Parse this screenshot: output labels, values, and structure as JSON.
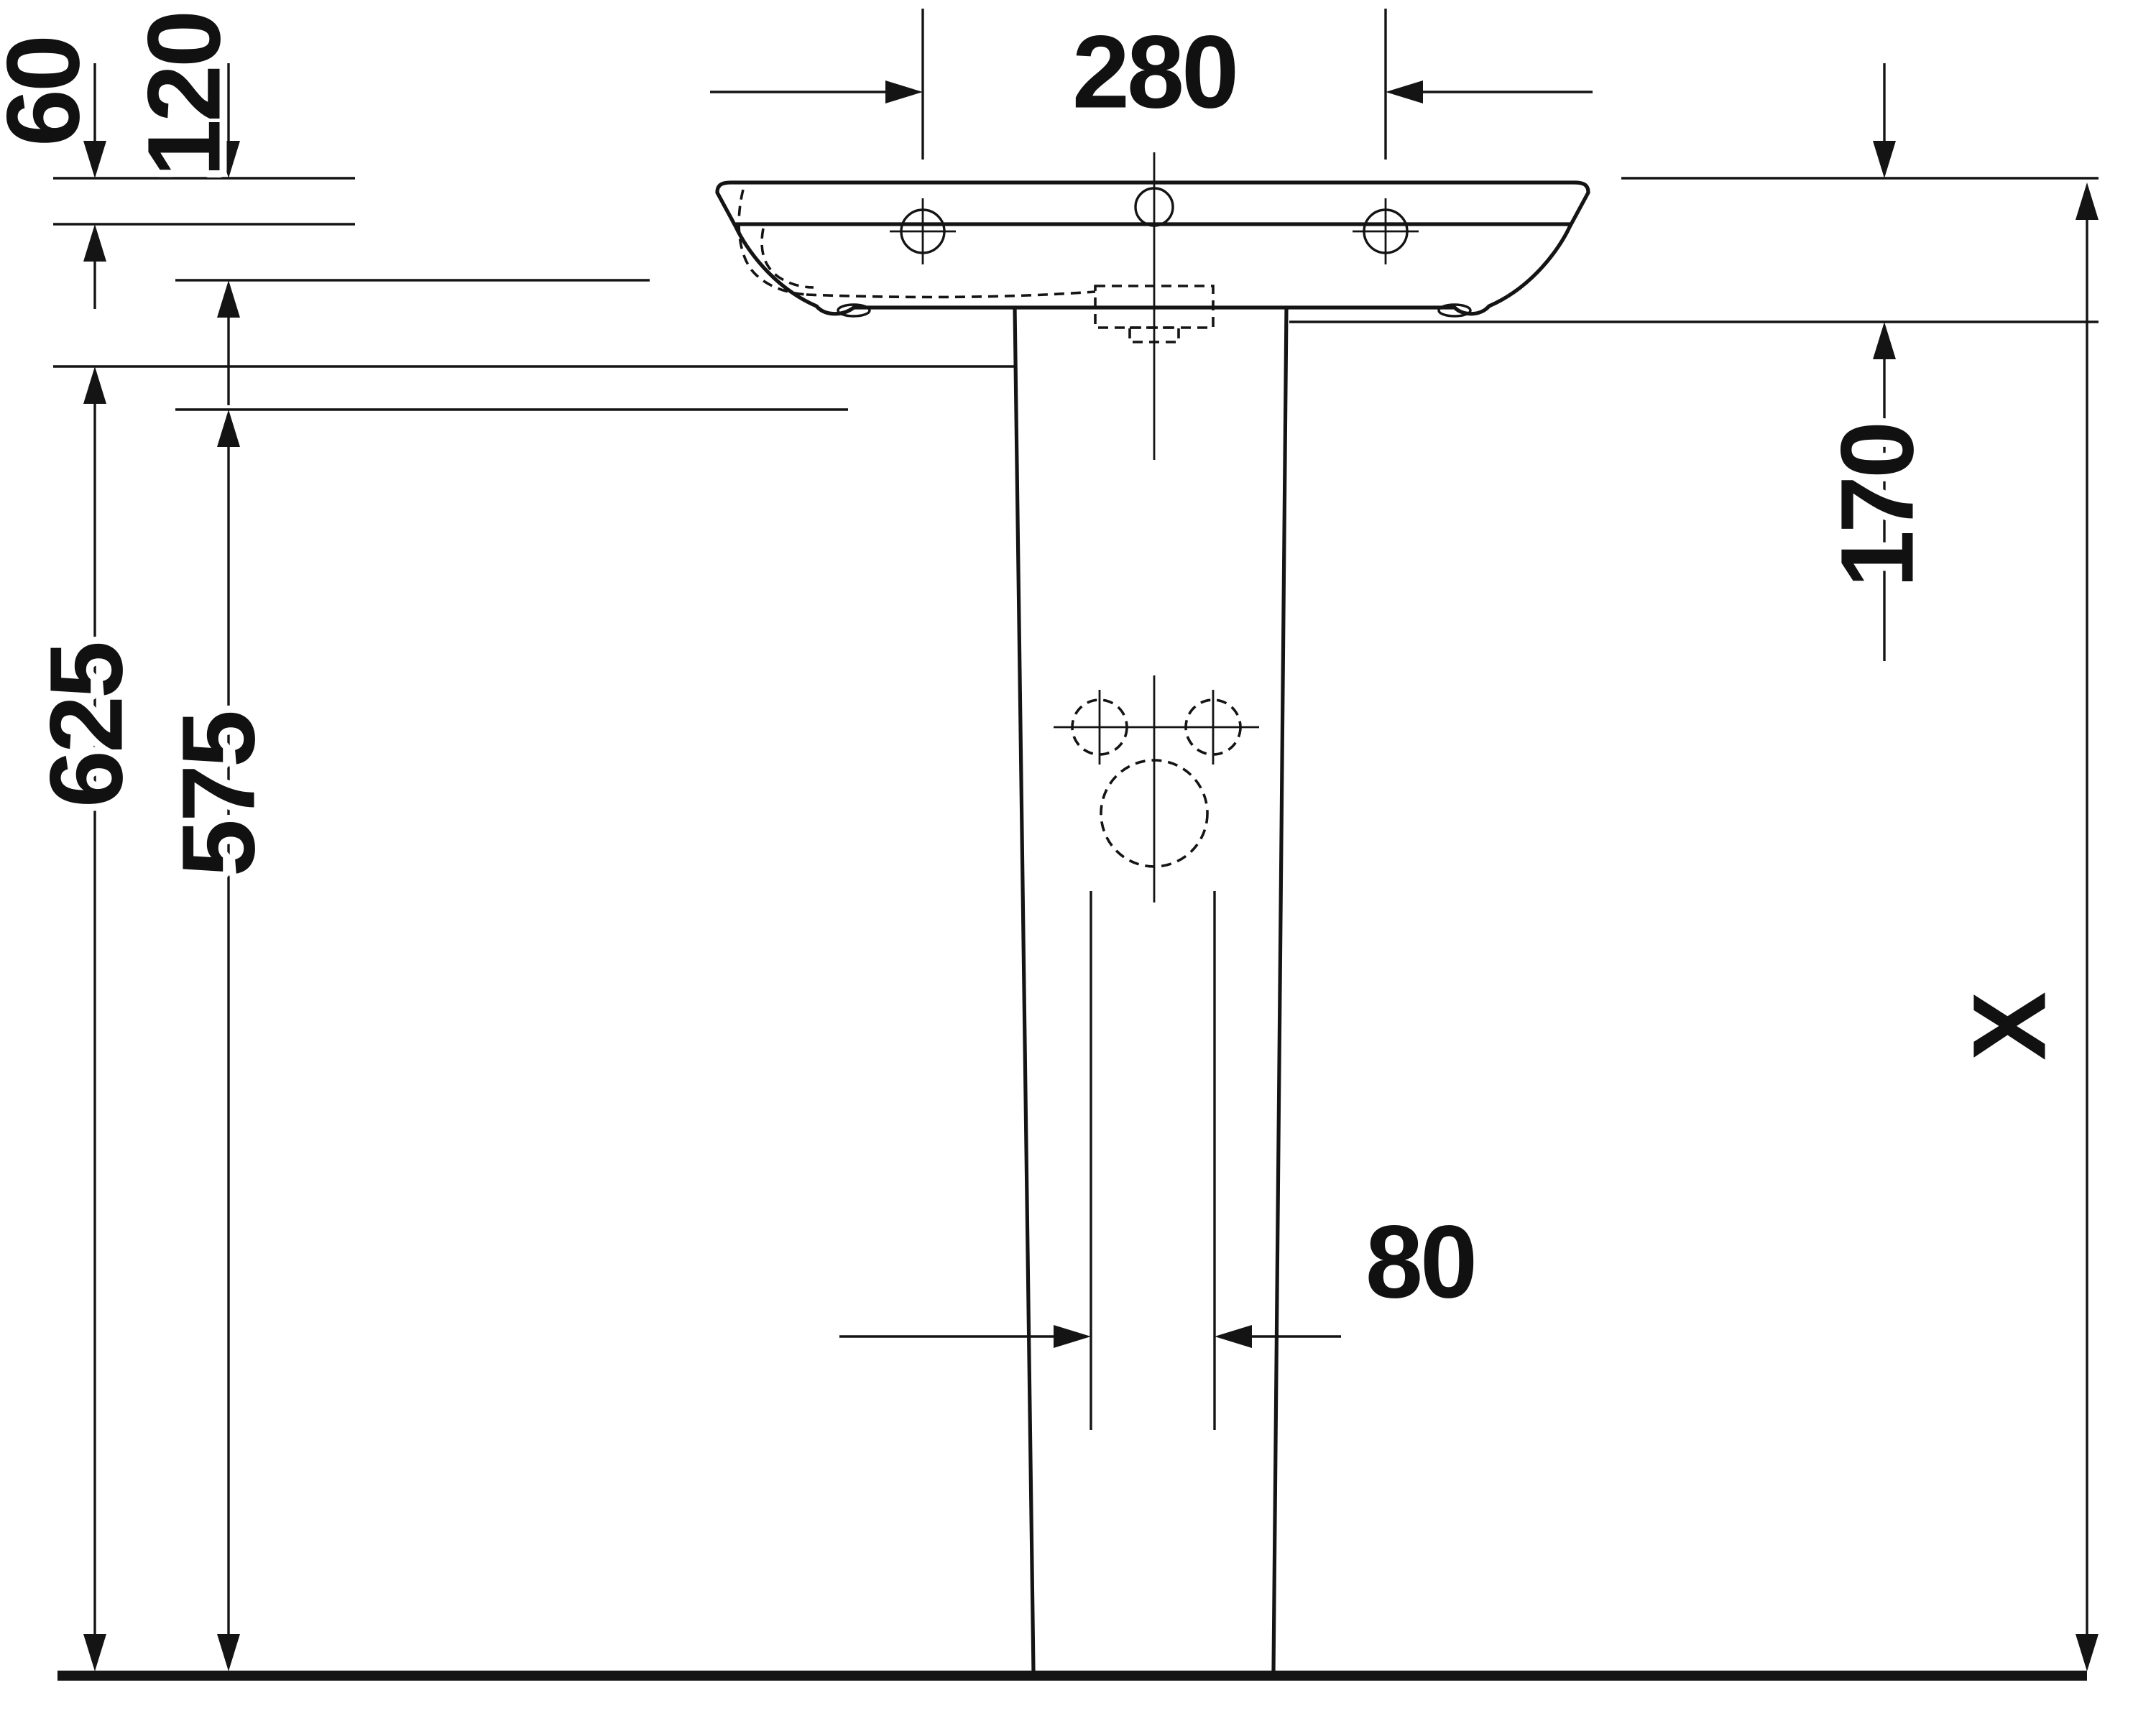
{
  "drawing": {
    "type": "technical-dimension-drawing",
    "subject": "pedestal-washbasin-front-view",
    "line_color": "#141414",
    "background": "#ffffff",
    "labels": {
      "faucet_hole_spacing": "280",
      "top_offset_small": "60",
      "top_offset_large": "120",
      "height_left_outer": "625",
      "height_left_inner": "575",
      "basin_side_height": "170",
      "fixing_hole_spacing": "80",
      "overall_height": "X"
    }
  }
}
